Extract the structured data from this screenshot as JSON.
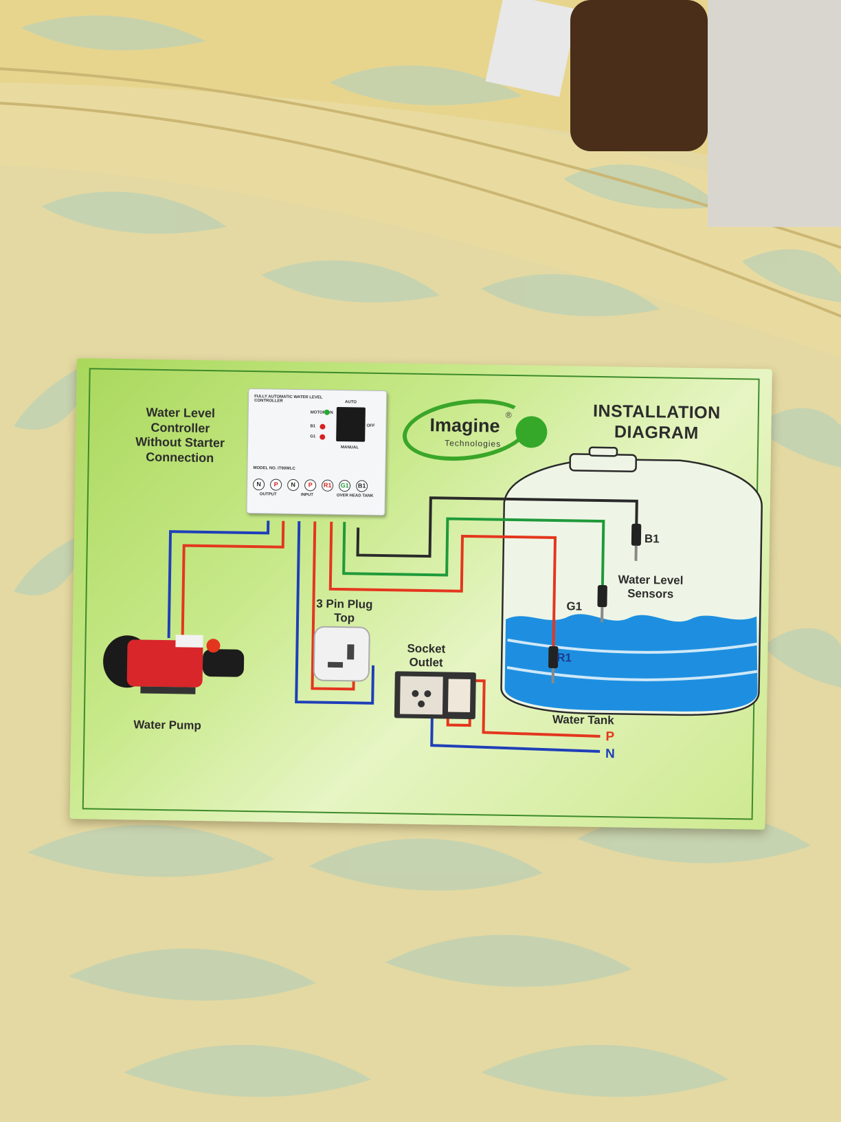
{
  "card": {
    "title_line1": "INSTALLATION",
    "title_line2": "DIAGRAM",
    "subtitle_line1": "Water Level",
    "subtitle_line2": "Controller",
    "subtitle_line3": "Without Starter",
    "subtitle_line4": "Connection",
    "logo": {
      "name": "Imagine",
      "sub": "Technologies",
      "reg": "®"
    },
    "controller": {
      "header": "FULLY AUTOMATIC WATER LEVEL CONTROLLER",
      "motor": "MOTOR ON",
      "auto": "AUTO",
      "off": "OFF",
      "manual": "MANUAL",
      "model": "MODEL NO. IT90WLC",
      "b1": "B1",
      "g1": "G1",
      "terminals": [
        "N",
        "P",
        "N",
        "P",
        "R1",
        "G1",
        "B1"
      ],
      "output": "OUTPUT",
      "input": "INPUT",
      "overhead": "OVER HEAD TANK"
    },
    "labels": {
      "water_pump": "Water Pump",
      "plug_line1": "3 Pin Plug",
      "plug_line2": "Top",
      "socket_line1": "Socket",
      "socket_line2": "Outlet",
      "tank": "Water Tank",
      "sensors_line1": "Water Level",
      "sensors_line2": "Sensors",
      "b1": "B1",
      "g1": "G1",
      "r1": "R1",
      "p": "P",
      "n": "N"
    },
    "colors": {
      "blue": "#1f3fb8",
      "red": "#e4361e",
      "green": "#1f9a3a",
      "black": "#2a2a2a",
      "water": "#1e8fe0"
    }
  }
}
